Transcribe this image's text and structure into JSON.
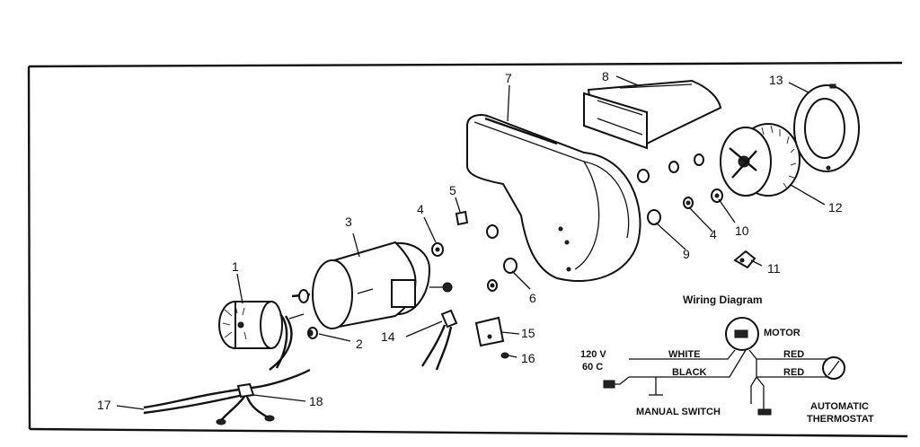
{
  "part_labels": [
    "1",
    "2",
    "3",
    "4",
    "5",
    "6",
    "7",
    "8",
    "9",
    "4",
    "10",
    "11",
    "12",
    "13",
    "14",
    "15",
    "16",
    "17",
    "18"
  ],
  "wiring_diagram": {
    "title": "Wiring Diagram",
    "motor": "MOTOR",
    "white": "WHITE",
    "black": "BLACK",
    "red_top": "RED",
    "red_bottom": "RED",
    "voltage": "120 V",
    "cycle": "60 C",
    "manual_switch": "MANUAL SWITCH",
    "automatic": "AUTOMATIC",
    "thermostat": "THERMOSTAT"
  }
}
